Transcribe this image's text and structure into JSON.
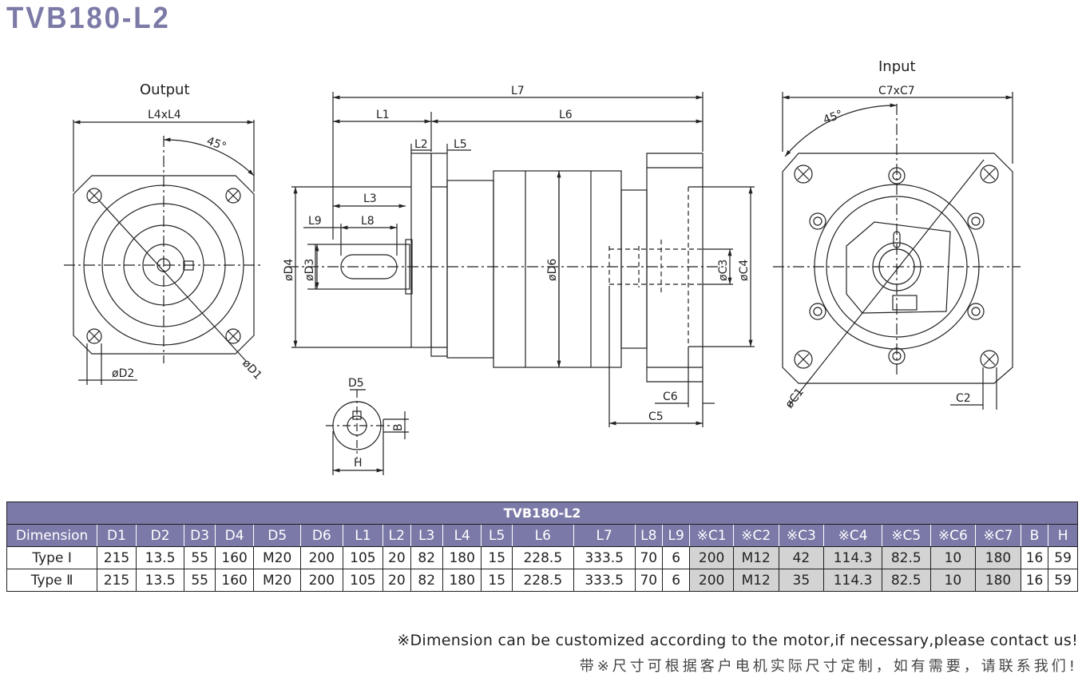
{
  "title": "TVB180-L2",
  "views": {
    "output_label": "Output",
    "input_label": "Input",
    "labels": {
      "l4xl4": "L4xL4",
      "c7xc7": "C7xC7",
      "angle_out": "45°",
      "angle_in": "45°",
      "d1": "øD1",
      "d2": "øD2",
      "d3": "øD3",
      "d4": "øD4",
      "d5": "D5",
      "d6": "øD6",
      "c1": "øC1",
      "c2": "C2",
      "c3": "øC3",
      "c4": "øC4",
      "c5": "C5",
      "c6": "C6",
      "l1": "L1",
      "l2": "L2",
      "l3": "L3",
      "l5": "L5",
      "l6": "L6",
      "l7": "L7",
      "l8": "L8",
      "l9": "L9",
      "b": "B",
      "h": "H"
    }
  },
  "table": {
    "model": "TVB180-L2",
    "headers": [
      "Dimension",
      "D1",
      "D2",
      "D3",
      "D4",
      "D5",
      "D6",
      "L1",
      "L2",
      "L3",
      "L4",
      "L5",
      "L6",
      "L7",
      "L8",
      "L9",
      "※C1",
      "※C2",
      "※C3",
      "※C4",
      "※C5",
      "※C6",
      "※C7",
      "B",
      "H"
    ],
    "rows": [
      [
        "Type Ⅰ",
        "215",
        "13.5",
        "55",
        "160",
        "M20",
        "200",
        "105",
        "20",
        "82",
        "180",
        "15",
        "228.5",
        "333.5",
        "70",
        "6",
        "200",
        "M12",
        "42",
        "114.3",
        "82.5",
        "10",
        "180",
        "16",
        "59"
      ],
      [
        "Type Ⅱ",
        "215",
        "13.5",
        "55",
        "160",
        "M20",
        "200",
        "105",
        "20",
        "82",
        "180",
        "15",
        "228.5",
        "333.5",
        "70",
        "6",
        "200",
        "M12",
        "35",
        "114.3",
        "82.5",
        "10",
        "180",
        "16",
        "59"
      ]
    ]
  },
  "notes": {
    "en": "※Dimension can be customized according to the motor,if necessary,please contact us!",
    "cn": "带※尺寸可根据客户电机实际尺寸定制，如有需要，请联系我们!"
  },
  "colors": {
    "accent": "#7b79a8",
    "grey_cell": "#d3d3d3"
  }
}
